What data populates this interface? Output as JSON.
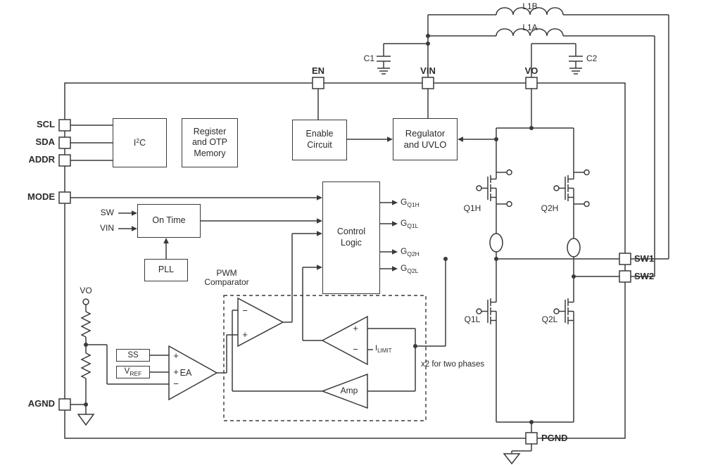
{
  "colors": {
    "line": "#3a3a3a",
    "background": "#ffffff"
  },
  "pins": {
    "scl": "SCL",
    "sda": "SDA",
    "addr": "ADDR",
    "mode": "MODE",
    "agnd": "AGND",
    "en": "EN",
    "vin": "VIN",
    "vo": "VO",
    "sw1": "SW1",
    "sw2": "SW2",
    "pgnd": "PGND"
  },
  "blocks": {
    "i2c": {
      "pre": "I",
      "sup": "2",
      "post": "C"
    },
    "register_otp": {
      "line1": "Register",
      "line2": "and OTP",
      "line3": "Memory"
    },
    "enable_circuit": {
      "line1": "Enable",
      "line2": "Circuit"
    },
    "regulator_uvlo": {
      "line1": "Regulator",
      "line2": "and UVLO"
    },
    "on_time": {
      "label": "On Time"
    },
    "pll": {
      "label": "PLL"
    },
    "control_logic": {
      "line1": "Control",
      "line2": "Logic"
    },
    "ss": {
      "label": "SS"
    },
    "vref": {
      "pre": "V",
      "sub": "REF"
    }
  },
  "components": {
    "l1b": "L1B",
    "l1a": "L1A",
    "c1": "C1",
    "c2": "C2",
    "q1h": "Q1H",
    "q2h": "Q2H",
    "q1l": "Q1L",
    "q2l": "Q2L"
  },
  "signals": {
    "sw_input": "SW",
    "vin_input": "VIN",
    "vo_sense": "VO",
    "g_q1h": {
      "pre": "G",
      "sub": "Q1H"
    },
    "g_q1l": {
      "pre": "G",
      "sub": "Q1L"
    },
    "g_q2h": {
      "pre": "G",
      "sub": "Q2H"
    },
    "g_q2l": {
      "pre": "G",
      "sub": "Q2L"
    },
    "i_limit": {
      "pre": "I",
      "sub": "LIMIT"
    },
    "pwm_comparator": {
      "line1": "PWM",
      "line2": "Comparator"
    },
    "x2_note": "x2 for two phases",
    "ea": "EA",
    "amp": "Amp",
    "plus": "+",
    "minus": "−"
  }
}
